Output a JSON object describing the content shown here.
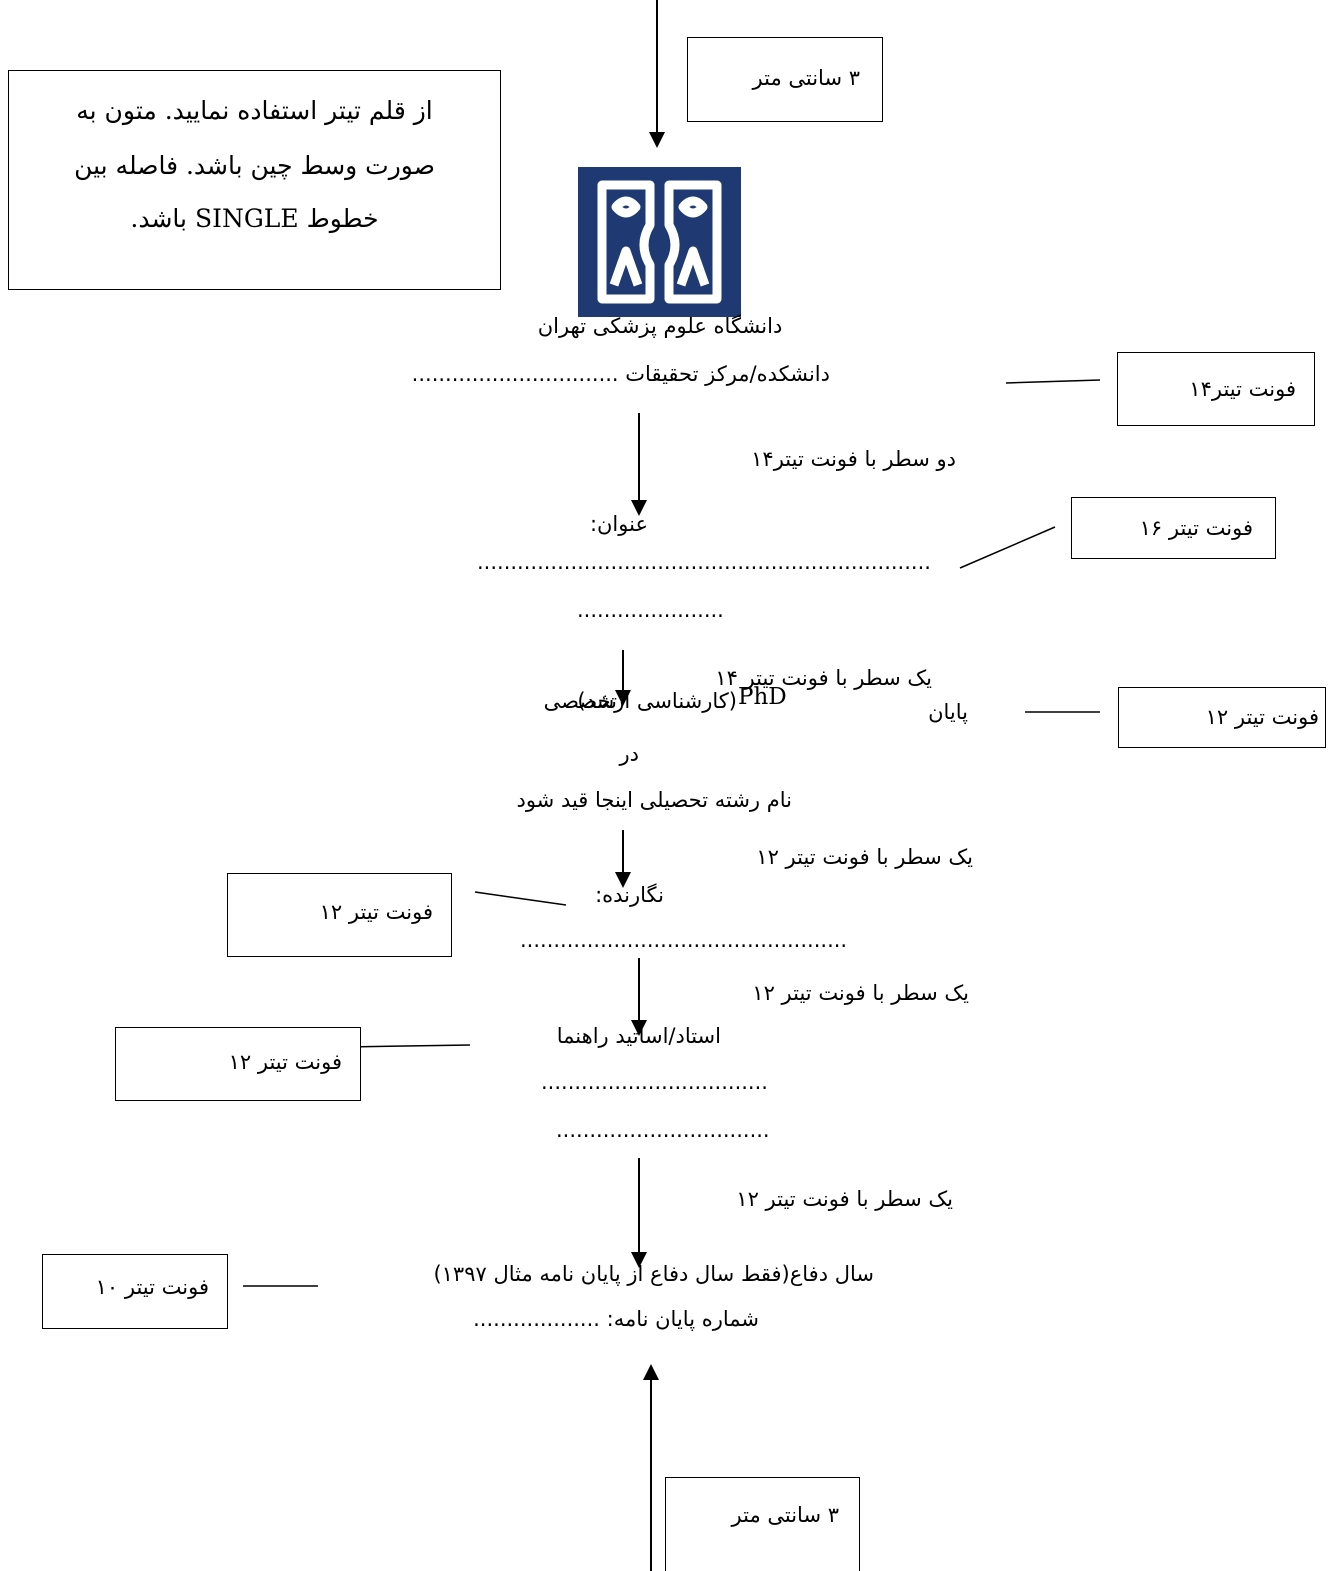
{
  "top_margin_label": "۳ سانتی متر",
  "bottom_margin_label": "۳ سانتی متر",
  "note": {
    "line1": "از قلم تیتر استفاده نمایید. متون به",
    "line2": "صورت وسط چین باشد. فاصله بین",
    "line3": "خطوط SINGLE باشد."
  },
  "header": {
    "university": "دانشگاه علوم پزشکی تهران",
    "faculty": "دانشکده/مرکز تحقیقات ..............................."
  },
  "annotations": {
    "font14_a": "فونت تیتر۱۴",
    "two_lines_14": "دو سطر با فونت تیتر۱۴",
    "font16": "فونت تیتر ۱۶",
    "one_line_14": "یک سطر با فونت تیتر ۱۴",
    "font12_right": "فونت تیتر ۱۲",
    "one_line_12_a": "یک سطر با فونت تیتر ۱۲",
    "font12_author": "فونت تیتر ۱۲",
    "one_line_12_b": "یک سطر با فونت تیتر ۱۲",
    "font12_advisor": "فونت تیتر ۱۲",
    "one_line_12_c": "یک سطر با فونت تیتر ۱۲",
    "font10": "فونت تیتر ۱۰"
  },
  "title_section": {
    "label": "عنوان:",
    "dots1": "....................................................................",
    "dots2": "......................"
  },
  "degree": {
    "prefix": "پایان",
    "middle": "تخصصی",
    "phd": "PhD",
    "suffix": "(کارشناسی ارشد)",
    "in": "در",
    "field": "نام رشته تحصیلی اینجا قید شود"
  },
  "author": {
    "label": "نگارنده:",
    "dots": "................................................."
  },
  "advisor": {
    "label": "استاد/اساتید راهنما",
    "dots1": "..................................",
    "dots2": "................................"
  },
  "footer": {
    "year": "سال دفاع(فقط سال دفاع از پایان نامه مثال ۱۳۹۷)",
    "thesis_number": "شماره پایان نامه: ..................."
  },
  "colors": {
    "logo": "#1f3a73",
    "ink": "#000000"
  }
}
